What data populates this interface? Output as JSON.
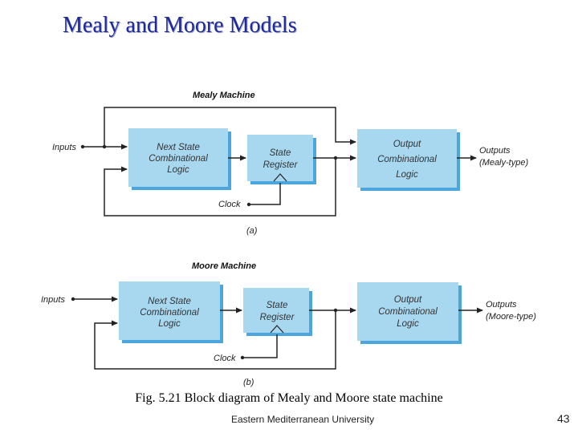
{
  "slide": {
    "title": "Mealy and Moore Models",
    "caption": "Fig. 5.21 Block diagram of Mealy and Moore state machine",
    "footer": "Eastern Mediterranean University",
    "page_number": "43"
  },
  "mealy": {
    "header": "Mealy Machine",
    "inputs_label": "Inputs",
    "next_state_block": [
      "Next State",
      "Combinational",
      "Logic"
    ],
    "state_register_block": [
      "State",
      "Register"
    ],
    "output_block": [
      "Output",
      "Combinational",
      "Logic"
    ],
    "clock_label": "Clock",
    "outputs_label": [
      "Outputs",
      "(Mealy-type)"
    ],
    "sublabel": "(a)"
  },
  "moore": {
    "header": "Moore Machine",
    "inputs_label": "Inputs",
    "next_state_block": [
      "Next State",
      "Combinational",
      "Logic"
    ],
    "state_register_block": [
      "State",
      "Register"
    ],
    "output_block": [
      "Output",
      "Combinational",
      "Logic"
    ],
    "clock_label": "Clock",
    "outputs_label": [
      "Outputs",
      "(Moore-type)"
    ],
    "sublabel": "(b)"
  },
  "colors": {
    "block_fill": "#a8d8f0",
    "block_shadow": "#4aa6dc",
    "title": "#1f2a9a"
  }
}
